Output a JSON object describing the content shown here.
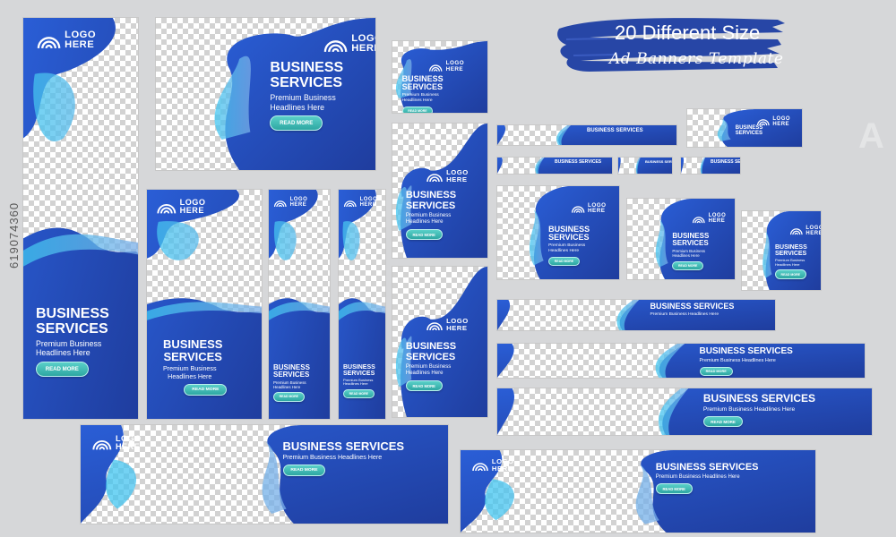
{
  "header": {
    "headline": "20 Different Size",
    "script_line": "Ad Banners Template"
  },
  "stock_id": "619074360",
  "watermark_glyph": "A",
  "logo": {
    "line1": "LOGO",
    "line2": "HERE"
  },
  "banner_copy": {
    "title_line1": "BUSINESS",
    "title_line2": "SERVICES",
    "title_full": "BUSINESS SERVICES",
    "subtitle_line1": "Premium Business",
    "subtitle_line2": "Headlines Here",
    "subtitle_full": "Premium Business Headlines Here",
    "button": "READ MORE"
  },
  "colors": {
    "blue_dark": "#1f3d9e",
    "blue_mid": "#2a5ed6",
    "light_blue": "#7aaee8",
    "cyan": "#3fc6f0",
    "button_teal": "#3fbcb6",
    "brush": "#2746a6"
  }
}
